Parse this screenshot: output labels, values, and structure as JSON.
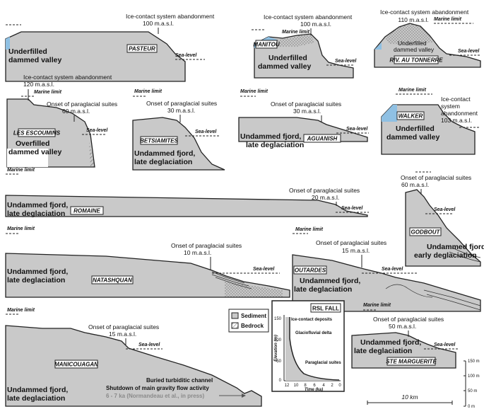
{
  "colors": {
    "sediment": "#c9c9c9",
    "water": "#8fc0e3",
    "stroke": "#222222",
    "gray_text": "#8a8a8a"
  },
  "common": {
    "marine_limit": "Marine limit",
    "sea_level": "Sea-level"
  },
  "panels": {
    "pasteur": {
      "name": "PASTEUR",
      "annotation_line1": "Ice-contact system abandonment",
      "annotation_line2": "100 m.a.s.l.",
      "type_line1": "Underfilled",
      "type_line2": "dammed valley"
    },
    "manitou": {
      "name": "MANITOU",
      "annotation_line1": "Ice-contact system abandonment",
      "annotation_line2": "100 m.a.s.l.",
      "type_line1": "Underfilled",
      "type_line2": "dammed valley"
    },
    "riv_au_tonnerre": {
      "name": "RIV. AU TONNERRE",
      "annotation_line1": "Ice-contact system abandonment",
      "annotation_line2": "110 m.a.s.l.",
      "type_line1": "Underfilled",
      "type_line2": "dammed valley"
    },
    "les_escoumins": {
      "name": "LES ESCOUMINS",
      "annotation_line1": "Ice-contact system abandonment",
      "annotation_line2": "120 m.a.s.l.",
      "annotation2_line1": "Onset of paraglacial suites",
      "annotation2_line2": "60 m.a.s.l.",
      "type_line1": "Overfilled",
      "type_line2": "dammed valley"
    },
    "betsiamites": {
      "name": "BETSIAMITES",
      "annotation_line1": "Onset of paraglacial suites",
      "annotation_line2": "30 m.a.s.l.",
      "type_line1": "Undammed fjord,",
      "type_line2": "late deglaciation"
    },
    "aguanish": {
      "name": "AGUANISH",
      "annotation_line1": "Onset of paraglacial suites",
      "annotation_line2": "30 m.a.s.l.",
      "type_line1": "Undammed fjord,",
      "type_line2": "late deglaciation"
    },
    "walker": {
      "name": "WALKER",
      "annotation_line1": "Ice-contact",
      "annotation_line2": "system",
      "annotation_line3": "abandonment",
      "annotation_line4": "103 m.a.s.l.",
      "type_line1": "Underfilled",
      "type_line2": "dammed valley"
    },
    "romaine": {
      "name": "ROMAINE",
      "annotation_line1": "Onset of paraglacial suites",
      "annotation_line2": "20 m.a.s.l.",
      "type_line1": "Undammed fjord,",
      "type_line2": "late deglaciation"
    },
    "godbout": {
      "name": "GODBOUT",
      "annotation_line1": "Onset of paraglacial suites",
      "annotation_line2": "60 m.a.s.l.",
      "type_line1": "Undammed fjord,",
      "type_line2": "early deglaciation"
    },
    "natashquan": {
      "name": "NATASHQUAN",
      "annotation_line1": "Onset of paraglacial suites",
      "annotation_line2": "10 m.a.s.l.",
      "type_line1": "Undammed fjord,",
      "type_line2": "late deglaciation"
    },
    "outardes": {
      "name": "OUTARDES",
      "annotation_line1": "Onset of paraglacial suites",
      "annotation_line2": "15 m.a.s.l.",
      "type_line1": "Undammed fjord,",
      "type_line2": "late deglaciation"
    },
    "manicouagan": {
      "name": "MANICOUAGAN",
      "annotation_line1": "Onset of paraglacial suites",
      "annotation_line2": "15 m.a.s.l.",
      "type_line1": "Undammed fjord,",
      "type_line2": "late deglaciation",
      "note_line1": "Buried turbiditic channel",
      "note_line2": "Shutdown of main gravity flow activity",
      "note_line3": "6 - 7 ka (Normandeau et al., in press)"
    },
    "ste_marguerite": {
      "name": "STE MARGUERITE",
      "annotation_line1": "Onset of paraglacial suites",
      "annotation_line2": "50 m.a.s.l.",
      "type_line1": "Undammed fjord,",
      "type_line2": "late deglaciation"
    }
  },
  "legend": {
    "sediment": "Sediment",
    "bedrock": "Bedrock"
  },
  "rsl_inset": {
    "title": "RSL FALL",
    "y_axis_label": "Elevation (m)",
    "x_axis_label": "Time (ka)",
    "y_ticks": [
      "0",
      "50",
      "100",
      "150"
    ],
    "x_ticks": [
      "12",
      "10",
      "8",
      "6",
      "4",
      "2",
      "0"
    ],
    "stage1": "Ice-contact deposits",
    "stage2": "Glaciofluvial delta",
    "stage3": "Paraglacial suites"
  },
  "scale_bars": {
    "vertical_top": "150 m",
    "vertical_mid": "100 m",
    "vertical_low": "50 m",
    "vertical_zero": "0 m",
    "horizontal": "10 km"
  }
}
